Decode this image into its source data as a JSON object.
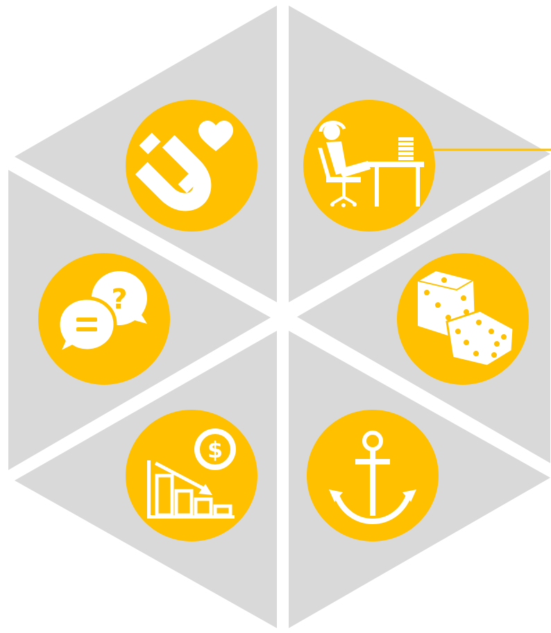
{
  "diagram": {
    "colors": {
      "segment_fill": "#D9D9D9",
      "circle_fill": "#FFC000",
      "icon_fill": "#FFFFFF",
      "connector": "#FFC000",
      "background": "#FFFFFF"
    },
    "segments": [
      {
        "id": "top-left",
        "icon": "magnet-heart-icon"
      },
      {
        "id": "top-right",
        "icon": "relaxed-person-at-desk-icon"
      },
      {
        "id": "right",
        "icon": "dice-icon"
      },
      {
        "id": "bottom-right",
        "icon": "anchor-icon"
      },
      {
        "id": "bottom-left",
        "icon": "declining-chart-dollar-icon"
      },
      {
        "id": "left",
        "icon": "question-chat-bubbles-icon"
      }
    ]
  }
}
